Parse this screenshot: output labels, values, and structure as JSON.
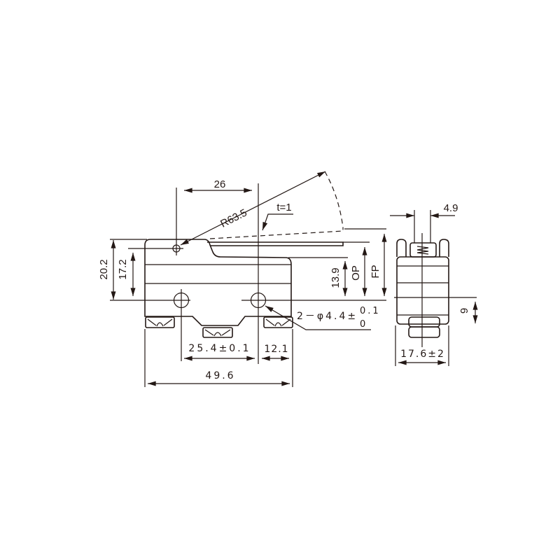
{
  "drawing": {
    "front_view": {
      "dims": {
        "lever_offset": "26",
        "lever_radius": "R63.5",
        "thickness": "t=1",
        "height_total": "20.2",
        "height_pivot": "17.2",
        "height_body": "13.9",
        "op": "OP",
        "fp": "FP",
        "hole_spec_prefix": "2－φ4.4±",
        "hole_tol_upper": "0.1",
        "hole_tol_lower": "0",
        "hole_spacing": "25.4±0.1",
        "hole_edge": "12.1",
        "width_total": "49.6"
      }
    },
    "side_view": {
      "dims": {
        "plunger_width": "4.9",
        "depth": "17.6±2",
        "hole_height": "9"
      }
    }
  }
}
